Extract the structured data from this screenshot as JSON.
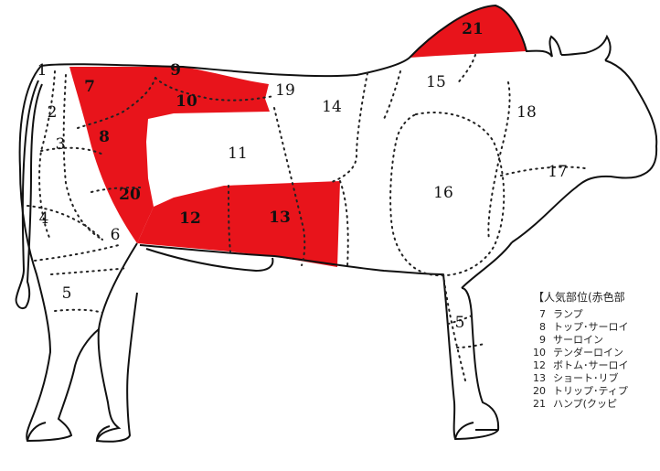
{
  "colors": {
    "highlight": "#e8141b",
    "outline": "#111111",
    "background": "#ffffff"
  },
  "cuts": [
    {
      "id": "c1",
      "label": "1"
    },
    {
      "id": "c2",
      "label": "2"
    },
    {
      "id": "c3",
      "label": "3"
    },
    {
      "id": "c4",
      "label": "4"
    },
    {
      "id": "c5a",
      "label": "5"
    },
    {
      "id": "c5b",
      "label": "5"
    },
    {
      "id": "c6",
      "label": "6"
    },
    {
      "id": "c7",
      "label": "7",
      "highlighted": true
    },
    {
      "id": "c8",
      "label": "8",
      "highlighted": true
    },
    {
      "id": "c9",
      "label": "9",
      "highlighted": true
    },
    {
      "id": "c10",
      "label": "10",
      "highlighted": true
    },
    {
      "id": "c11",
      "label": "11"
    },
    {
      "id": "c12",
      "label": "12",
      "highlighted": true
    },
    {
      "id": "c13",
      "label": "13",
      "highlighted": true
    },
    {
      "id": "c14",
      "label": "14"
    },
    {
      "id": "c15",
      "label": "15"
    },
    {
      "id": "c16",
      "label": "16"
    },
    {
      "id": "c17",
      "label": "17"
    },
    {
      "id": "c18",
      "label": "18"
    },
    {
      "id": "c19",
      "label": "19"
    },
    {
      "id": "c20",
      "label": "20",
      "highlighted": true
    },
    {
      "id": "c21",
      "label": "21",
      "highlighted": true
    }
  ],
  "legend": {
    "title": "【人気部位(赤色部",
    "items": [
      {
        "num": "7",
        "name": "ランプ"
      },
      {
        "num": "8",
        "name": "トップ･サーロイ"
      },
      {
        "num": "9",
        "name": "サーロイン"
      },
      {
        "num": "10",
        "name": "テンダーロイン"
      },
      {
        "num": "12",
        "name": "ボトム･サーロイ"
      },
      {
        "num": "13",
        "name": "ショート･リブ"
      },
      {
        "num": "20",
        "name": "トリップ･ティプ"
      },
      {
        "num": "21",
        "name": "ハンプ(クッピ"
      }
    ]
  }
}
